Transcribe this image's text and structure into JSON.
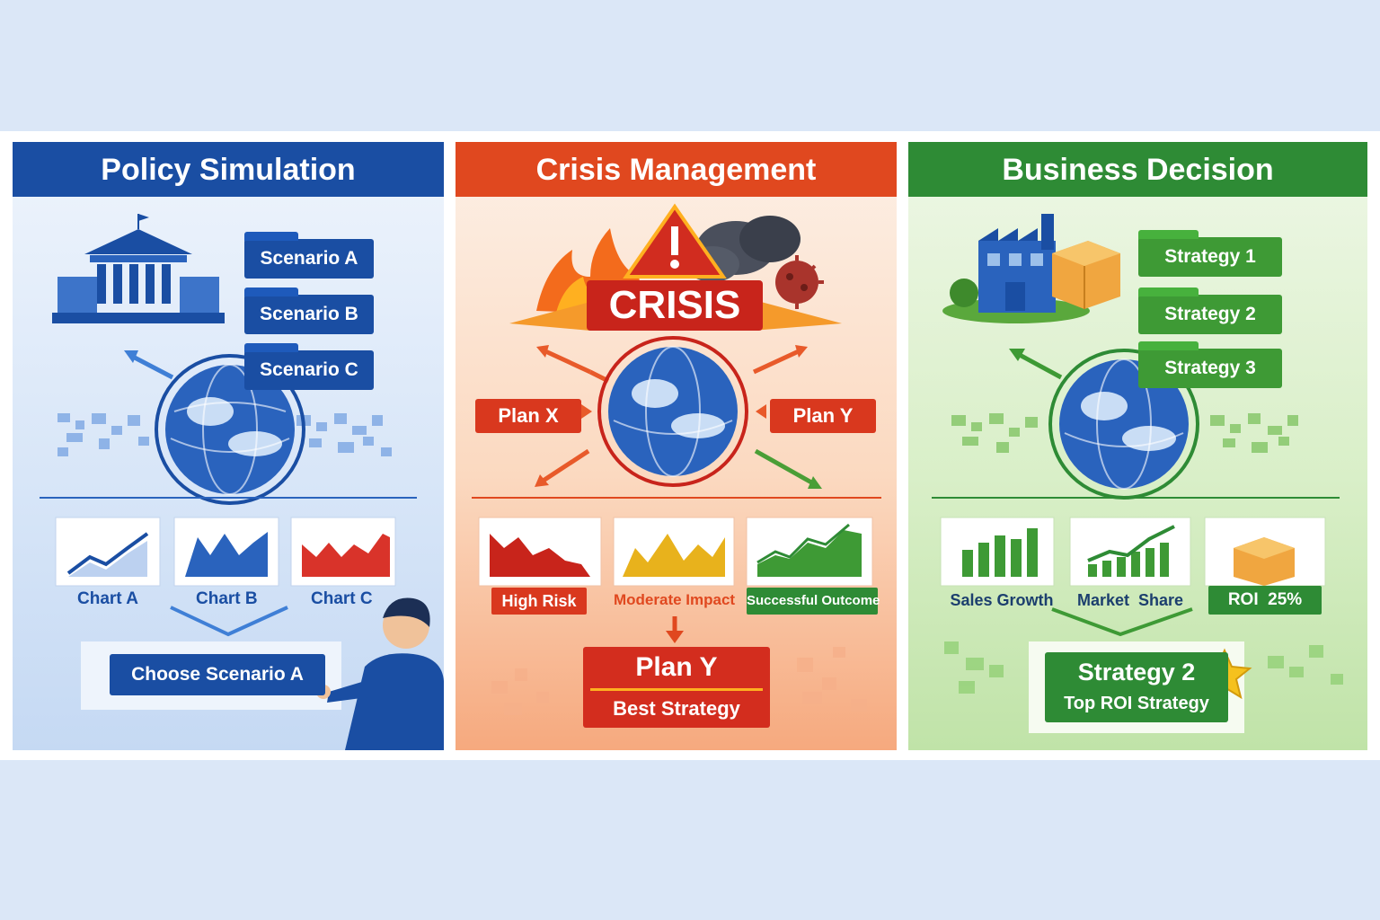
{
  "panels": [
    {
      "title": "Policy Simulation",
      "color": "#1a4ea3",
      "scenarios": [
        "Scenario A",
        "Scenario B",
        "Scenario C"
      ],
      "charts": [
        "Chart A",
        "Chart B",
        "Chart C"
      ],
      "choice_button": "Choose Scenario A"
    },
    {
      "title": "Crisis Management",
      "color": "#e0481f",
      "crisis_label": "CRISIS",
      "plans": [
        "Plan X",
        "Plan Y"
      ],
      "outcomes": [
        "High Risk",
        "Moderate Impact",
        "Successful Outcome"
      ],
      "result_title": "Plan Y",
      "result_subtitle": "Best Strategy"
    },
    {
      "title": "Business Decision",
      "color": "#2e8b35",
      "strategies": [
        "Strategy 1",
        "Strategy 2",
        "Strategy 3"
      ],
      "metrics": [
        "Sales Growth",
        "Market  Share",
        "ROI  25%"
      ],
      "result_title": "Strategy 2",
      "result_subtitle": "Top ROI Strategy"
    }
  ],
  "icons": [
    "government-building-icon",
    "globe-icon",
    "presenter-person-icon",
    "warning-icon",
    "fire-icon",
    "storm-cloud-icon",
    "virus-icon",
    "factory-icon",
    "box-icon",
    "star-icon"
  ]
}
